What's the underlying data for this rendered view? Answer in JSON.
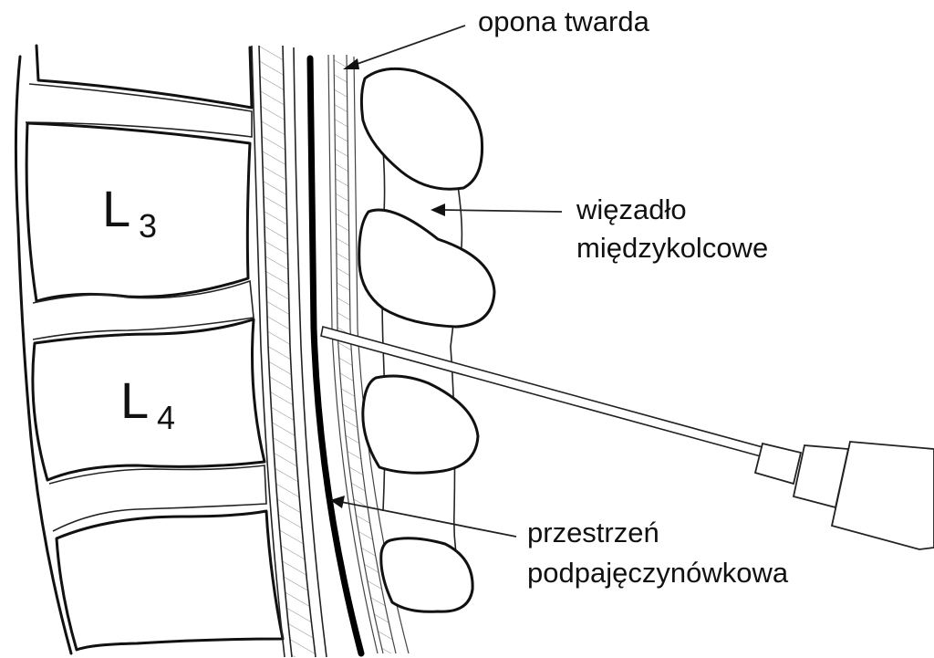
{
  "labels": {
    "dura": "opona twarda",
    "ligament_line1": "więzadło",
    "ligament_line2": "międzykolcowe",
    "space_line1": "przestrzeń",
    "space_line2": "podpajęczynówkowa"
  },
  "vertebrae": {
    "upper": {
      "letter": "L",
      "number": "3"
    },
    "lower": {
      "letter": "L",
      "number": "4"
    }
  }
}
